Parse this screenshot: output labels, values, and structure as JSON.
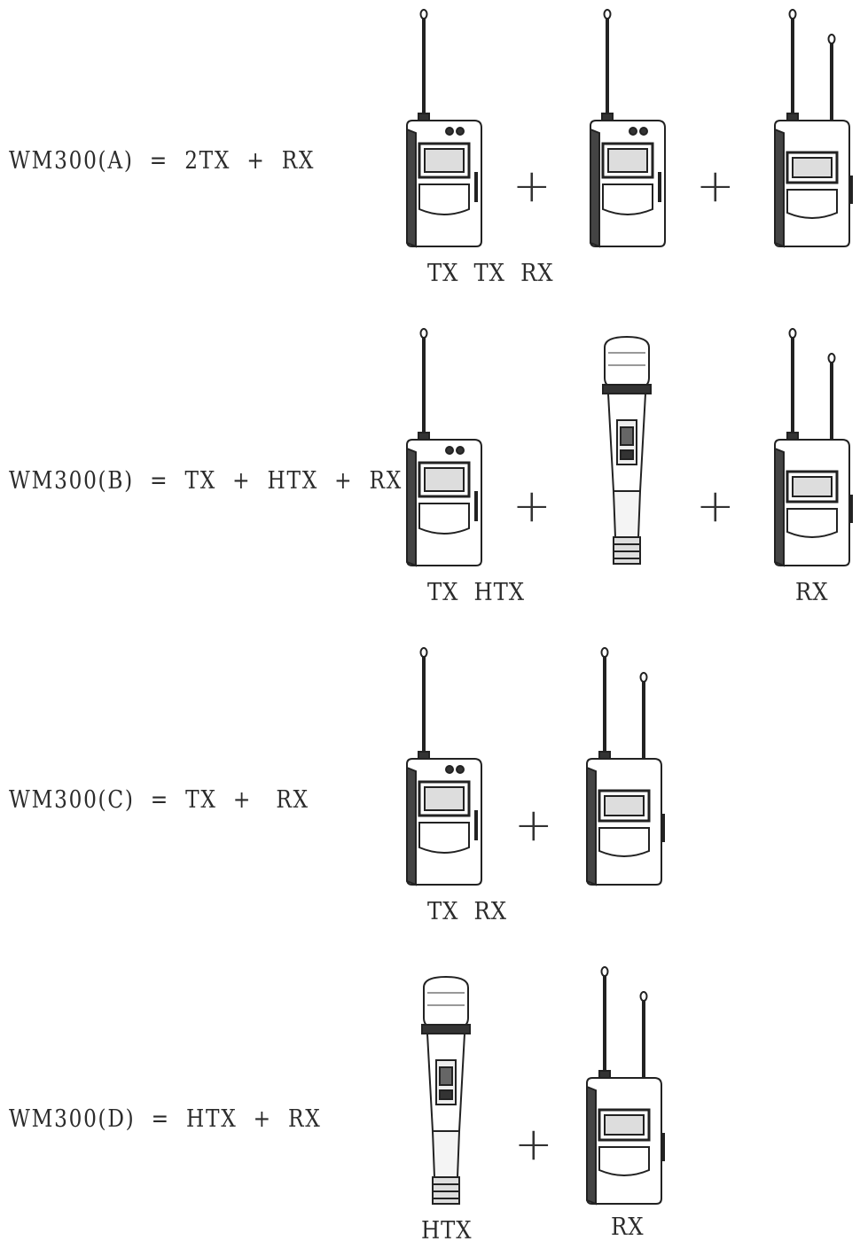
{
  "rows": [
    {
      "formula": "WM300(A)  =  2TX  +  RX",
      "caption_1": "TX  TX  RX"
    },
    {
      "formula": "WM300(B)  =  TX  +  HTX  +  RX",
      "caption_1": "TX  HTX",
      "caption_2": "RX"
    },
    {
      "formula": "WM300(C)  =  TX  +   RX",
      "caption_1": "TX  RX"
    },
    {
      "formula": "WM300(D)  =  HTX  +  RX",
      "caption_1": "HTX",
      "caption_2": "RX"
    }
  ],
  "plus_sign": "+",
  "icons": {
    "bodypack_transmitter": "bodypack-transmitter-icon",
    "receiver": "dual-antenna-receiver-icon",
    "handheld_transmitter": "handheld-microphone-icon"
  },
  "colors": {
    "ink": "#2b2b2b",
    "background": "#ffffff"
  }
}
